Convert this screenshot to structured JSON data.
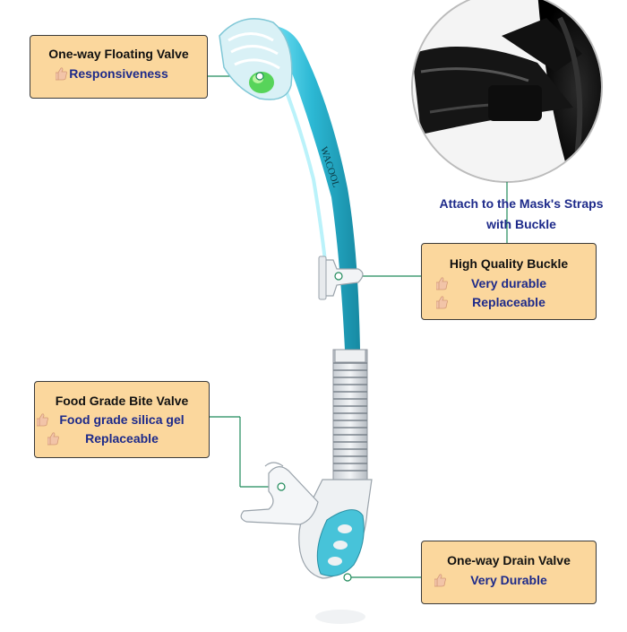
{
  "brand": "WACOOL",
  "callouts": {
    "floating_valve": {
      "title": "One-way Floating Valve",
      "lines": [
        "Responsiveness"
      ]
    },
    "buckle": {
      "title": "High Quality Buckle",
      "lines": [
        "Very durable",
        "Replaceable"
      ]
    },
    "bite_valve": {
      "title": "Food Grade Bite Valve",
      "lines": [
        "Food grade silica gel",
        "Replaceable"
      ]
    },
    "drain_valve": {
      "title": "One-way Drain Valve",
      "lines": [
        "Very Durable"
      ]
    }
  },
  "mask_caption": [
    "Attach to the Mask's Straps",
    "with Buckle"
  ],
  "colors": {
    "callout_bg": "#fbd79d",
    "accent_text": "#1d2a8a",
    "tube": "#2cb8d4",
    "leader_line": "#1f8a5a"
  },
  "icons": {
    "bullet": "thumbs-up-icon"
  }
}
